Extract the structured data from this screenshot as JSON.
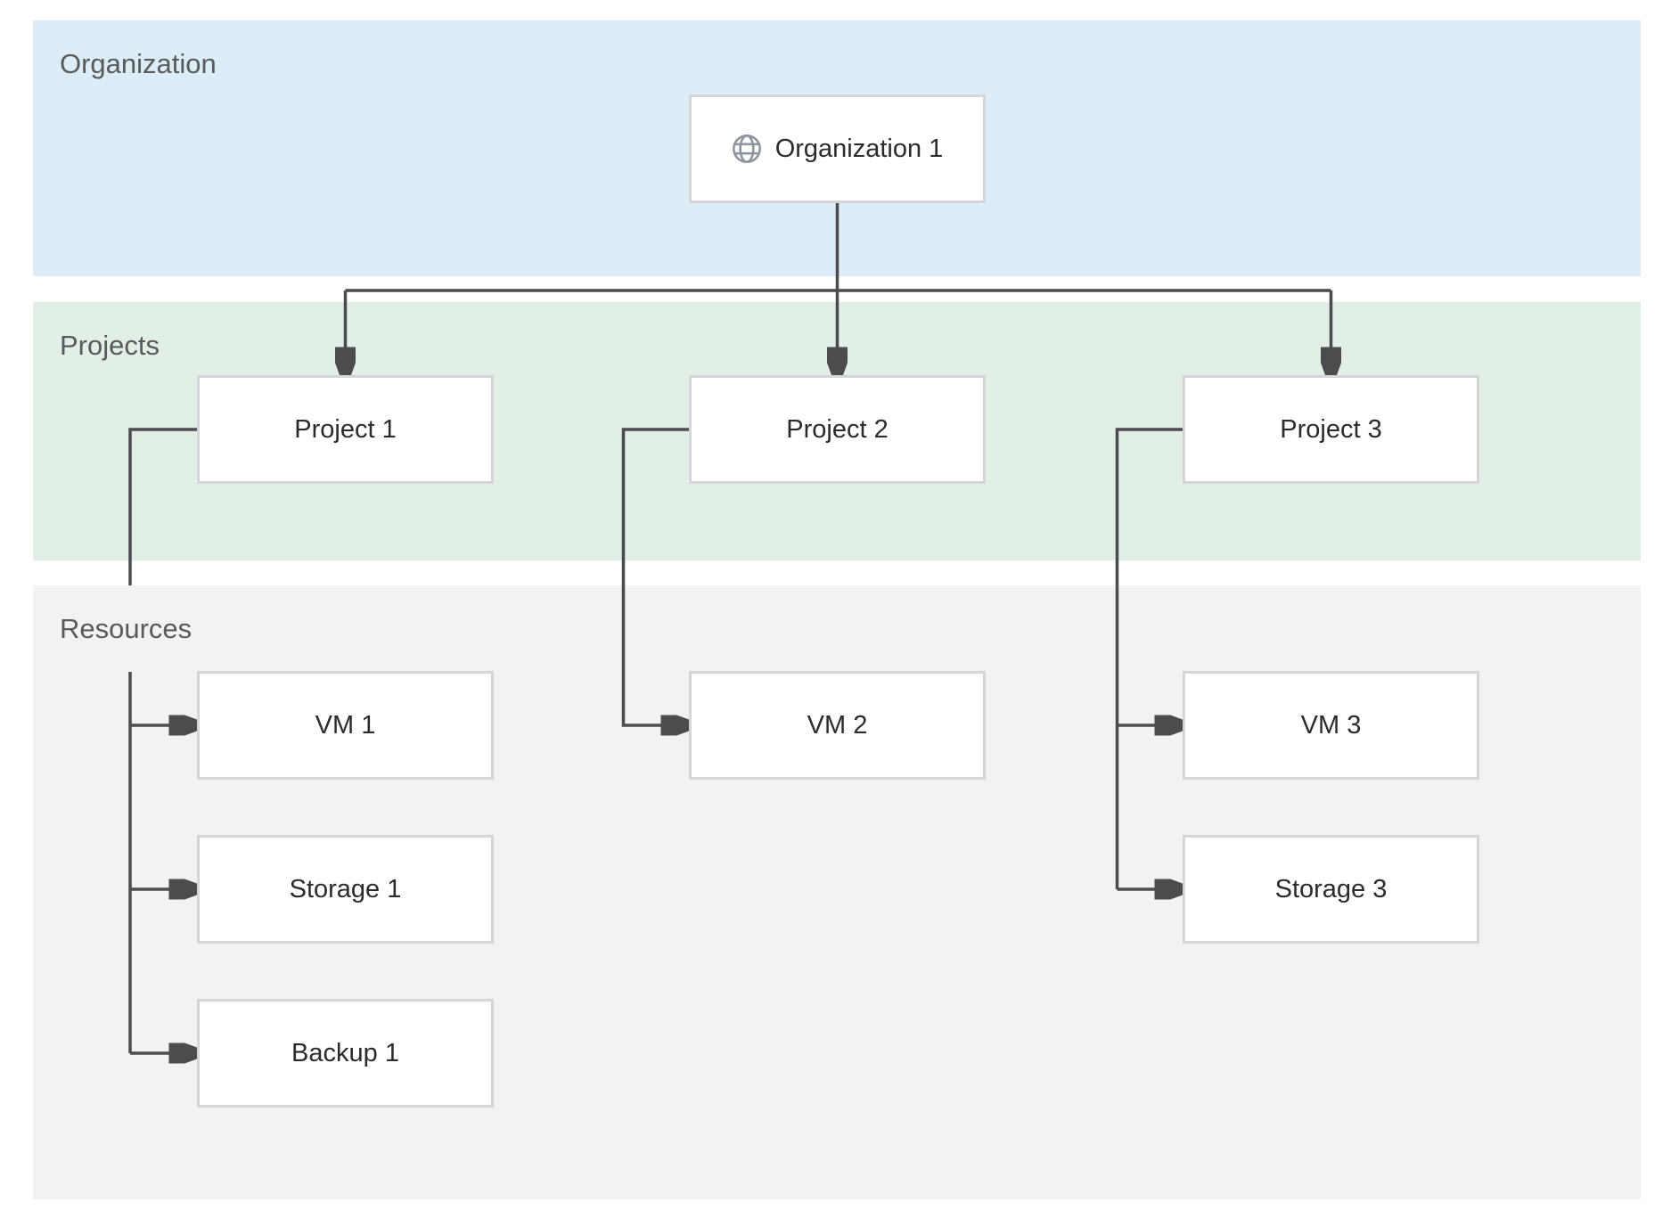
{
  "diagram": {
    "type": "hierarchy",
    "bands": {
      "organization": {
        "label": "Organization",
        "color": "#dcedf8"
      },
      "projects": {
        "label": "Projects",
        "color": "#e1efe6"
      },
      "resources": {
        "label": "Resources",
        "color": "#f2f2f2"
      }
    },
    "nodes": {
      "org1": {
        "label": "Organization 1",
        "icon": "globe-icon",
        "band": "Organization"
      },
      "project1": {
        "label": "Project 1",
        "band": "Projects"
      },
      "project2": {
        "label": "Project 2",
        "band": "Projects"
      },
      "project3": {
        "label": "Project 3",
        "band": "Projects"
      },
      "vm1": {
        "label": "VM 1",
        "band": "Resources"
      },
      "storage1": {
        "label": "Storage 1",
        "band": "Resources"
      },
      "backup1": {
        "label": "Backup 1",
        "band": "Resources"
      },
      "vm2": {
        "label": "VM 2",
        "band": "Resources"
      },
      "vm3": {
        "label": "VM 3",
        "band": "Resources"
      },
      "storage3": {
        "label": "Storage 3",
        "band": "Resources"
      }
    },
    "edges": [
      {
        "from": "Organization 1",
        "to": "Project 1"
      },
      {
        "from": "Organization 1",
        "to": "Project 2"
      },
      {
        "from": "Organization 1",
        "to": "Project 3"
      },
      {
        "from": "Project 1",
        "to": "VM 1"
      },
      {
        "from": "Project 1",
        "to": "Storage 1"
      },
      {
        "from": "Project 1",
        "to": "Backup 1"
      },
      {
        "from": "Project 2",
        "to": "VM 2"
      },
      {
        "from": "Project 3",
        "to": "VM 3"
      },
      {
        "from": "Project 3",
        "to": "Storage 3"
      }
    ],
    "colors": {
      "connector": "#4c4c4c",
      "node_border": "#d5d5d5",
      "node_fill": "#ffffff",
      "node_text": "#2b2b2b",
      "band_label_text": "#5a5a5a",
      "globe_icon": "#8f959e"
    }
  }
}
